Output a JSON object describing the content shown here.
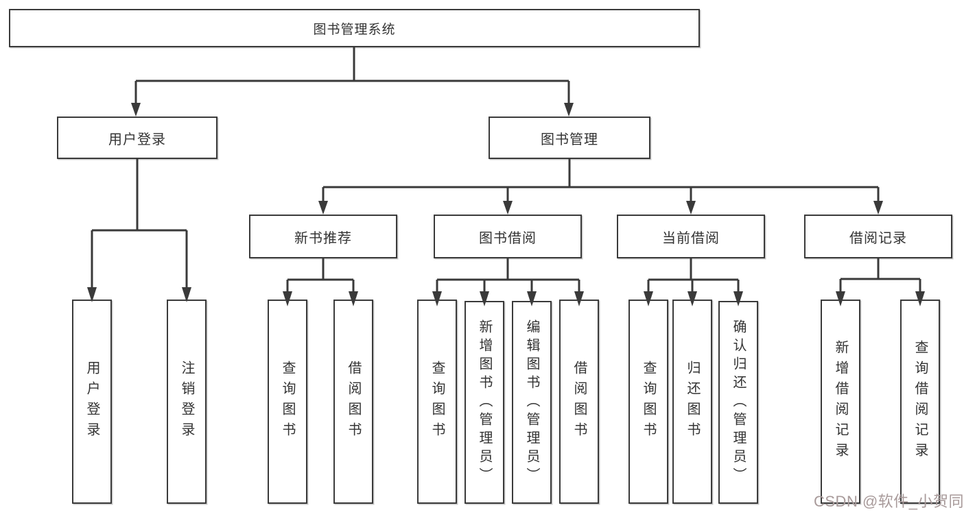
{
  "colors": {
    "line": "#3a3a3a",
    "box_border": "#3a3a3a",
    "box_background": "#ffffff",
    "text": "#333333",
    "watermark": "#a89a9a"
  },
  "watermark": {
    "text": "CSDN @软件_小贺同学"
  },
  "tree": {
    "root": "图书管理系统",
    "branches": [
      {
        "label": "用户登录",
        "leaves": [
          "用户登录",
          "注销登录"
        ]
      },
      {
        "label": "图书管理",
        "groups": [
          {
            "label": "新书推荐",
            "leaves": [
              "查询图书",
              "借阅图书"
            ]
          },
          {
            "label": "图书借阅",
            "leaves": [
              "查询图书",
              "新增图书（管理员）",
              "编辑图书（管理员）",
              "借阅图书"
            ]
          },
          {
            "label": "当前借阅",
            "leaves": [
              "查询图书",
              "归还图书",
              "确认归还（管理员）"
            ]
          },
          {
            "label": "借阅记录",
            "leaves": [
              "新增借阅记录",
              "查询借阅记录"
            ]
          }
        ]
      }
    ]
  }
}
